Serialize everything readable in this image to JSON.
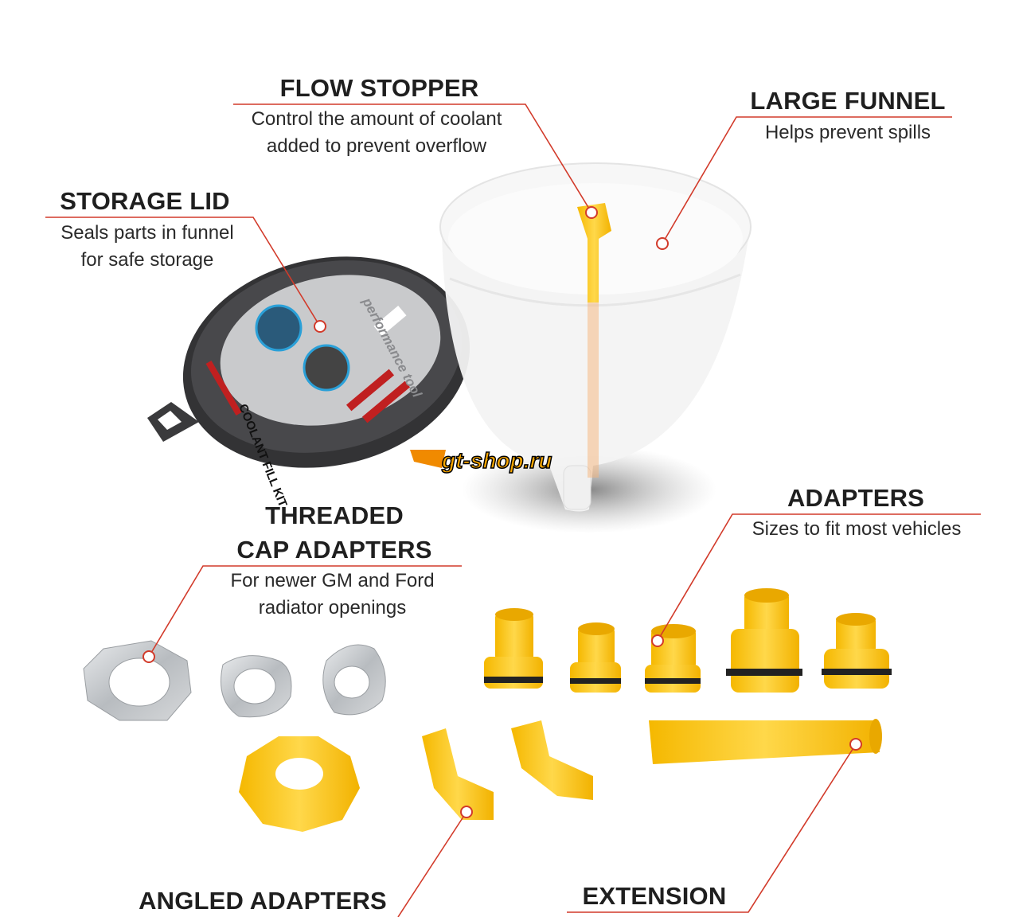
{
  "callouts": {
    "flow_stopper": {
      "title": "FLOW STOPPER",
      "lines": [
        "Control the amount of coolant",
        "added to prevent overflow"
      ]
    },
    "large_funnel": {
      "title": "LARGE FUNNEL",
      "lines": [
        "Helps prevent spills"
      ]
    },
    "storage_lid": {
      "title": "STORAGE LID",
      "lines": [
        "Seals parts in funnel",
        "for safe storage"
      ]
    },
    "threaded_cap_adapters": {
      "title_lines": [
        "THREADED",
        "CAP ADAPTERS"
      ],
      "lines": [
        "For newer GM and Ford",
        "radiator openings"
      ]
    },
    "adapters": {
      "title": "ADAPTERS",
      "lines": [
        "Sizes to fit most vehicles"
      ]
    },
    "angled_adapters": {
      "title": "ANGLED ADAPTERS"
    },
    "extension": {
      "title": "EXTENSION"
    }
  },
  "lid_label": {
    "product": "COOLANT FILL KIT",
    "brand": "performance tool"
  },
  "watermark": "gt-shop.ru",
  "colors": {
    "leader": "#d23a2a",
    "yellow": "#f7c21b",
    "lid": "#3a3a3c",
    "text": "#1f1f1f"
  }
}
